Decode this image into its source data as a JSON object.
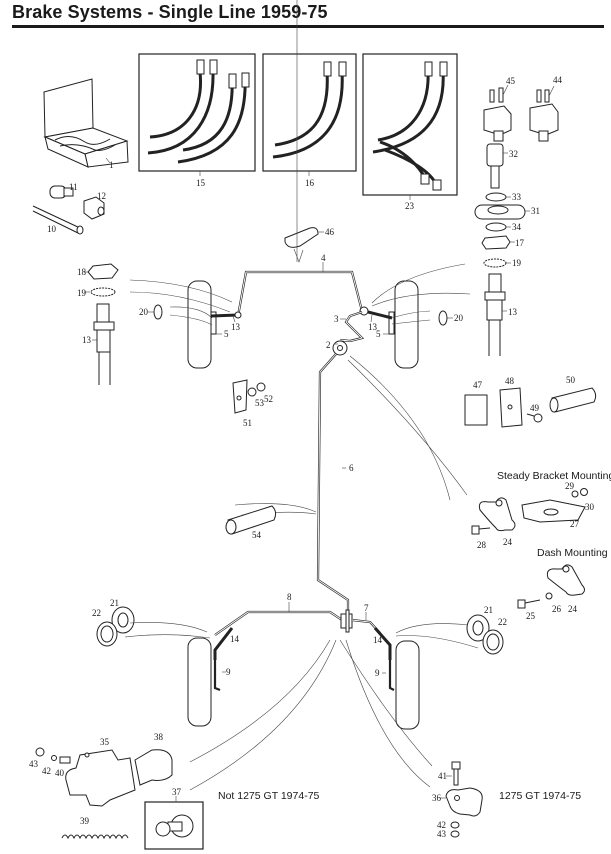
{
  "page": {
    "title": "Brake Systems - Single Line 1959-75"
  },
  "captions": {
    "steady_bracket": "Steady Bracket Mounting",
    "dash_mounting": "Dash Mounting",
    "not_1275": "Not 1275 GT 1974-75",
    "is_1275": "1275 GT 1974-75"
  },
  "parts": [
    {
      "ref": "1",
      "name": "pipe-kit-box"
    },
    {
      "ref": "2",
      "name": "pipe-2"
    },
    {
      "ref": "3",
      "name": "pipe-3"
    },
    {
      "ref": "4",
      "name": "pipe-4-front"
    },
    {
      "ref": "5",
      "name": "caliper-bracket"
    },
    {
      "ref": "6",
      "name": "pipe-6-main"
    },
    {
      "ref": "7",
      "name": "pipe-7"
    },
    {
      "ref": "8",
      "name": "pipe-8-rear"
    },
    {
      "ref": "9",
      "name": "pipe-9-rear-wheel"
    },
    {
      "ref": "10",
      "name": "pipe-tube"
    },
    {
      "ref": "11",
      "name": "union-bolt"
    },
    {
      "ref": "12",
      "name": "union-nut"
    },
    {
      "ref": "13",
      "name": "front-flexible-hose"
    },
    {
      "ref": "14",
      "name": "rear-flexible-hose"
    },
    {
      "ref": "15",
      "name": "hose-set-15"
    },
    {
      "ref": "16",
      "name": "hose-set-16"
    },
    {
      "ref": "17",
      "name": "locknut"
    },
    {
      "ref": "18",
      "name": "nut"
    },
    {
      "ref": "19",
      "name": "shakeproof-washer"
    },
    {
      "ref": "20",
      "name": "grommet"
    },
    {
      "ref": "21",
      "name": "rear-grommet"
    },
    {
      "ref": "22",
      "name": "rear-washer"
    },
    {
      "ref": "23",
      "name": "hose-set-23"
    },
    {
      "ref": "24",
      "name": "three-way-connector"
    },
    {
      "ref": "25",
      "name": "bolt"
    },
    {
      "ref": "26",
      "name": "washer"
    },
    {
      "ref": "27",
      "name": "steady-bracket"
    },
    {
      "ref": "28",
      "name": "bolt-28"
    },
    {
      "ref": "29",
      "name": "washer-29"
    },
    {
      "ref": "30",
      "name": "nut-30"
    },
    {
      "ref": "31",
      "name": "banjo-connector"
    },
    {
      "ref": "32",
      "name": "banjo-bolt"
    },
    {
      "ref": "33",
      "name": "washer-33"
    },
    {
      "ref": "34",
      "name": "washer-34"
    },
    {
      "ref": "35",
      "name": "pressure-valve-body"
    },
    {
      "ref": "36",
      "name": "connector-36"
    },
    {
      "ref": "37",
      "name": "valve-piston"
    },
    {
      "ref": "38",
      "name": "end-plug"
    },
    {
      "ref": "39",
      "name": "spring"
    },
    {
      "ref": "40",
      "name": "bolt-40"
    },
    {
      "ref": "41",
      "name": "bolt-41"
    },
    {
      "ref": "42",
      "name": "washer-42"
    },
    {
      "ref": "43",
      "name": "nut-43"
    },
    {
      "ref": "44",
      "name": "switch-44"
    },
    {
      "ref": "45",
      "name": "switch-45"
    },
    {
      "ref": "46",
      "name": "pipe-clip-46"
    },
    {
      "ref": "47",
      "name": "clip-47"
    },
    {
      "ref": "48",
      "name": "clip-48"
    },
    {
      "ref": "49",
      "name": "screw-49"
    },
    {
      "ref": "50",
      "name": "sleeve-50"
    },
    {
      "ref": "51",
      "name": "clip-51"
    },
    {
      "ref": "52",
      "name": "nut-52"
    },
    {
      "ref": "53",
      "name": "washer-53"
    },
    {
      "ref": "54",
      "name": "sleeve-54"
    }
  ],
  "labels": {
    "l1": "1",
    "l2": "2",
    "l3": "3",
    "l4": "4",
    "l5a": "5",
    "l5b": "5",
    "l6": "6",
    "l7": "7",
    "l8": "8",
    "l9a": "9",
    "l9b": "9",
    "l10": "10",
    "l11": "11",
    "l12": "12",
    "l13a": "13",
    "l13b": "13",
    "l13c": "13",
    "l13d": "13",
    "l14a": "14",
    "l14b": "14",
    "l15": "15",
    "l16": "16",
    "l17": "17",
    "l18": "18",
    "l19a": "19",
    "l19b": "19",
    "l20a": "20",
    "l20b": "20",
    "l21a": "21",
    "l21b": "21",
    "l22a": "22",
    "l22b": "22",
    "l23": "23",
    "l24a": "24",
    "l24b": "24",
    "l25": "25",
    "l26": "26",
    "l27": "27",
    "l28": "28",
    "l29": "29",
    "l30": "30",
    "l31": "31",
    "l32": "32",
    "l33": "33",
    "l34": "34",
    "l35": "35",
    "l36": "36",
    "l37": "37",
    "l38": "38",
    "l39": "39",
    "l40": "40",
    "l41": "41",
    "l42a": "42",
    "l42b": "42",
    "l43a": "43",
    "l43b": "43",
    "l44": "44",
    "l45": "45",
    "l46": "46",
    "l47": "47",
    "l48": "48",
    "l49": "49",
    "l50": "50",
    "l51": "51",
    "l52": "52",
    "l53": "53",
    "l54": "54"
  }
}
